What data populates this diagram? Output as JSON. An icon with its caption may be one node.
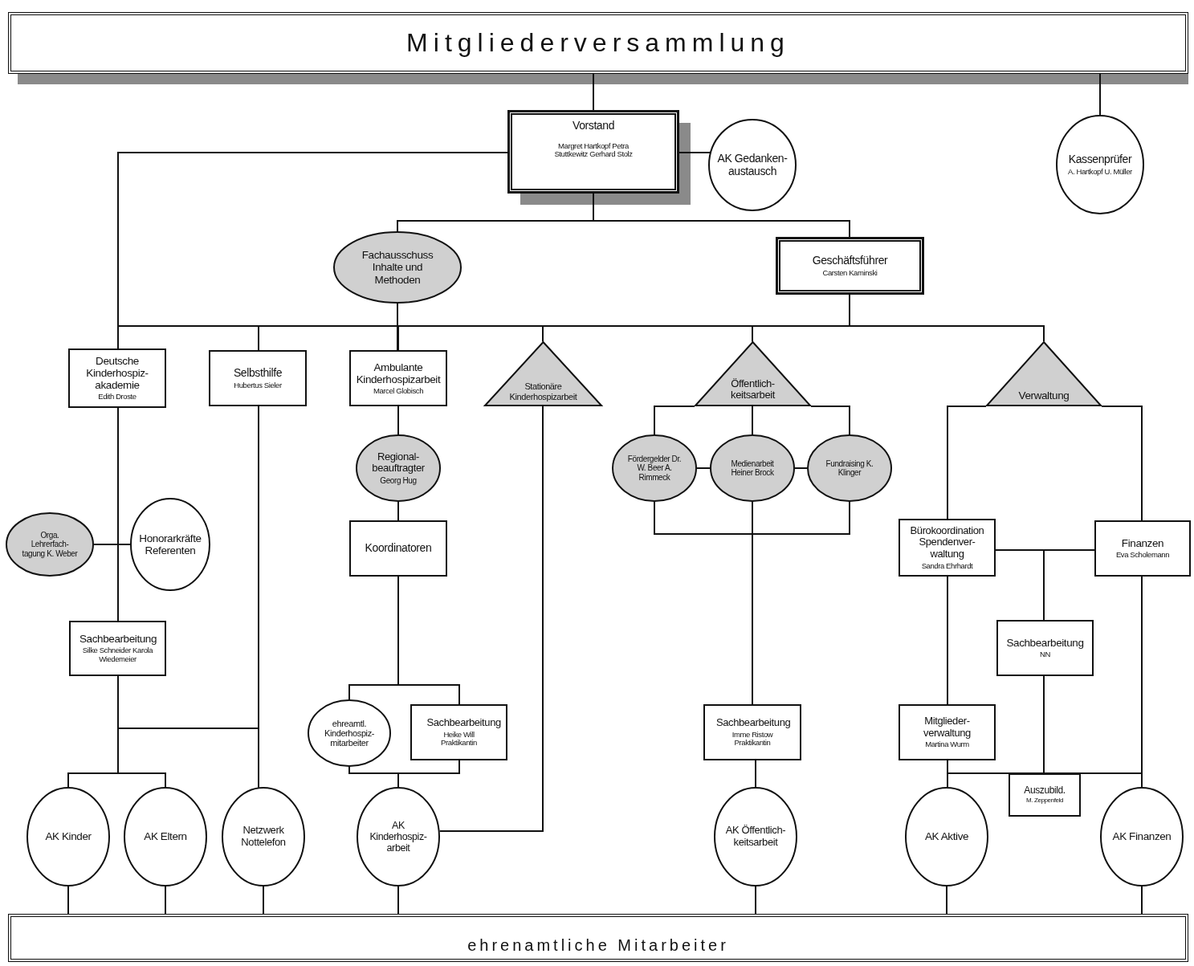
{
  "diagram": {
    "nodes": [
      {
        "text": [
          "Mitgliederversammlung"
        ]
      },
      {
        "text": [
          "Vorstand",
          "Margret Hartkopf Petra Stuttkewitz Gerhard Stolz"
        ]
      },
      {
        "text": [
          "AK Gedanken-austausch"
        ]
      },
      {
        "text": [
          "Kassenprüfer",
          "A. Hartkopf U. Müller"
        ]
      },
      {
        "text": [
          "Fachausschuss Inhalte und Methoden"
        ]
      },
      {
        "text": [
          "Geschäftsführer",
          "Carsten Kaminski"
        ]
      },
      {
        "text": [
          "Deutsche Kinderhospiz-akademie",
          "Edith Droste"
        ]
      },
      {
        "text": [
          "Selbsthilfe",
          "Hubertus Sieler"
        ]
      },
      {
        "text": [
          "Ambulante Kinderhospizarbeit",
          "Marcel Globisch"
        ]
      },
      {
        "text": [
          "Stationäre Kinderhospizarbeit"
        ]
      },
      {
        "text": [
          "Öffentlich-keitsarbeit"
        ]
      },
      {
        "text": [
          "Verwaltung"
        ]
      },
      {
        "text": [
          "Orga. Lehrerfach-tagung K. Weber"
        ]
      },
      {
        "text": [
          "Honorarkräfte Referenten"
        ]
      },
      {
        "text": [
          "Regional-beauftragter",
          "Georg Hug"
        ]
      },
      {
        "text": [
          "Koordinatoren"
        ]
      },
      {
        "text": [
          "Fördergelder Dr. W. Beer A. Rimmeck"
        ]
      },
      {
        "text": [
          "Medienarbeit Heiner Brock"
        ]
      },
      {
        "text": [
          "Fundraising K. Klinger"
        ]
      },
      {
        "text": [
          "Bürokoordination Spendenver-waltung",
          "Sandra Ehrhardt"
        ]
      },
      {
        "text": [
          "Finanzen",
          "Eva Scholemann"
        ]
      },
      {
        "text": [
          "Sachbearbeitung",
          "Silke Schneider Karola Wiedemeier"
        ]
      },
      {
        "text": [
          "Sachbearbeitung",
          "NN"
        ]
      },
      {
        "text": [
          "ehreamtl. Kinderhospiz-mitarbeiter"
        ]
      },
      {
        "text": [
          "Sachbearbeitung",
          "Heike Will Praktikantin"
        ]
      },
      {
        "text": [
          "Sachbearbeitung",
          "Imme Ristow Praktikantin"
        ]
      },
      {
        "text": [
          "Mitglieder-verwaltung",
          "Martina Wurm"
        ]
      },
      {
        "text": [
          "Auszubild.",
          "M. Zeppenfeld"
        ]
      },
      {
        "text": [
          "AK Kinder"
        ]
      },
      {
        "text": [
          "AK Eltern"
        ]
      },
      {
        "text": [
          "Netzwerk Nottelefon"
        ]
      },
      {
        "text": [
          "AK Kinderhospiz-arbeit"
        ]
      },
      {
        "text": [
          "AK Öffentlich-keitsarbeit"
        ]
      },
      {
        "text": [
          "AK Aktive"
        ]
      },
      {
        "text": [
          "AK Finanzen"
        ]
      },
      {
        "text": [
          "ehrenamtliche Mitarbeiter"
        ]
      }
    ],
    "edges": [
      {
        "from": 0,
        "to": 1,
        "arrow": "none"
      },
      {
        "from": 0,
        "to": 3,
        "arrow": "none"
      },
      {
        "from": 1,
        "to": 2,
        "arrow": "none"
      },
      {
        "from": 1,
        "to": 4,
        "arrow": "none"
      },
      {
        "from": 1,
        "to": 5,
        "arrow": "none"
      },
      {
        "from": 1,
        "to": 6,
        "arrow": "none"
      },
      {
        "from": 5,
        "to": 6,
        "arrow": "none"
      },
      {
        "from": 5,
        "to": 7,
        "arrow": "none"
      },
      {
        "from": 5,
        "to": 8,
        "arrow": "none"
      },
      {
        "from": 5,
        "to": 9,
        "arrow": "none"
      },
      {
        "from": 5,
        "to": 10,
        "arrow": "none"
      },
      {
        "from": 5,
        "to": 11,
        "arrow": "none"
      },
      {
        "from": 4,
        "to": 8,
        "arrow": "none"
      },
      {
        "from": 6,
        "to": 21,
        "arrow": "none"
      },
      {
        "from": 6,
        "to": 12,
        "arrow": "none"
      },
      {
        "from": 6,
        "to": 13,
        "arrow": "none"
      },
      {
        "from": 21,
        "to": 28,
        "arrow": "none"
      },
      {
        "from": 21,
        "to": 29,
        "arrow": "none"
      },
      {
        "from": 21,
        "to": 30,
        "arrow": "none"
      },
      {
        "from": 7,
        "to": 30,
        "arrow": "none"
      },
      {
        "from": 8,
        "to": 14,
        "arrow": "none"
      },
      {
        "from": 14,
        "to": 15,
        "arrow": "none"
      },
      {
        "from": 15,
        "to": 23,
        "arrow": "none"
      },
      {
        "from": 15,
        "to": 24,
        "arrow": "none"
      },
      {
        "from": 23,
        "to": 31,
        "arrow": "none"
      },
      {
        "from": 24,
        "to": 31,
        "arrow": "none"
      },
      {
        "from": 9,
        "to": 31,
        "arrow": "none"
      },
      {
        "from": 10,
        "to": 16,
        "arrow": "none"
      },
      {
        "from": 10,
        "to": 17,
        "arrow": "none"
      },
      {
        "from": 10,
        "to": 18,
        "arrow": "none"
      },
      {
        "from": 16,
        "to": 17,
        "arrow": "none"
      },
      {
        "from": 17,
        "to": 18,
        "arrow": "none"
      },
      {
        "from": 16,
        "to": 25,
        "arrow": "none"
      },
      {
        "from": 17,
        "to": 25,
        "arrow": "none"
      },
      {
        "from": 18,
        "to": 25,
        "arrow": "none"
      },
      {
        "from": 25,
        "to": 32,
        "arrow": "none"
      },
      {
        "from": 11,
        "to": 19,
        "arrow": "none"
      },
      {
        "from": 11,
        "to": 20,
        "arrow": "none"
      },
      {
        "from": 19,
        "to": 20,
        "arrow": "none"
      },
      {
        "from": 19,
        "to": 22,
        "arrow": "none"
      },
      {
        "from": 20,
        "to": 22,
        "arrow": "none"
      },
      {
        "from": 22,
        "to": 27,
        "arrow": "none"
      },
      {
        "from": 19,
        "to": 26,
        "arrow": "none"
      },
      {
        "from": 26,
        "to": 33,
        "arrow": "none"
      },
      {
        "from": 20,
        "to": 34,
        "arrow": "none"
      },
      {
        "from": 26,
        "to": 27,
        "arrow": "none"
      },
      {
        "from": 20,
        "to": 27,
        "arrow": "none"
      },
      {
        "from": 28,
        "to": 35,
        "arrow": "none"
      },
      {
        "from": 29,
        "to": 35,
        "arrow": "none"
      },
      {
        "from": 30,
        "to": 35,
        "arrow": "none"
      },
      {
        "from": 31,
        "to": 35,
        "arrow": "none"
      },
      {
        "from": 32,
        "to": 35,
        "arrow": "none"
      },
      {
        "from": 33,
        "to": 35,
        "arrow": "none"
      },
      {
        "from": 34,
        "to": 35,
        "arrow": "none"
      }
    ]
  }
}
